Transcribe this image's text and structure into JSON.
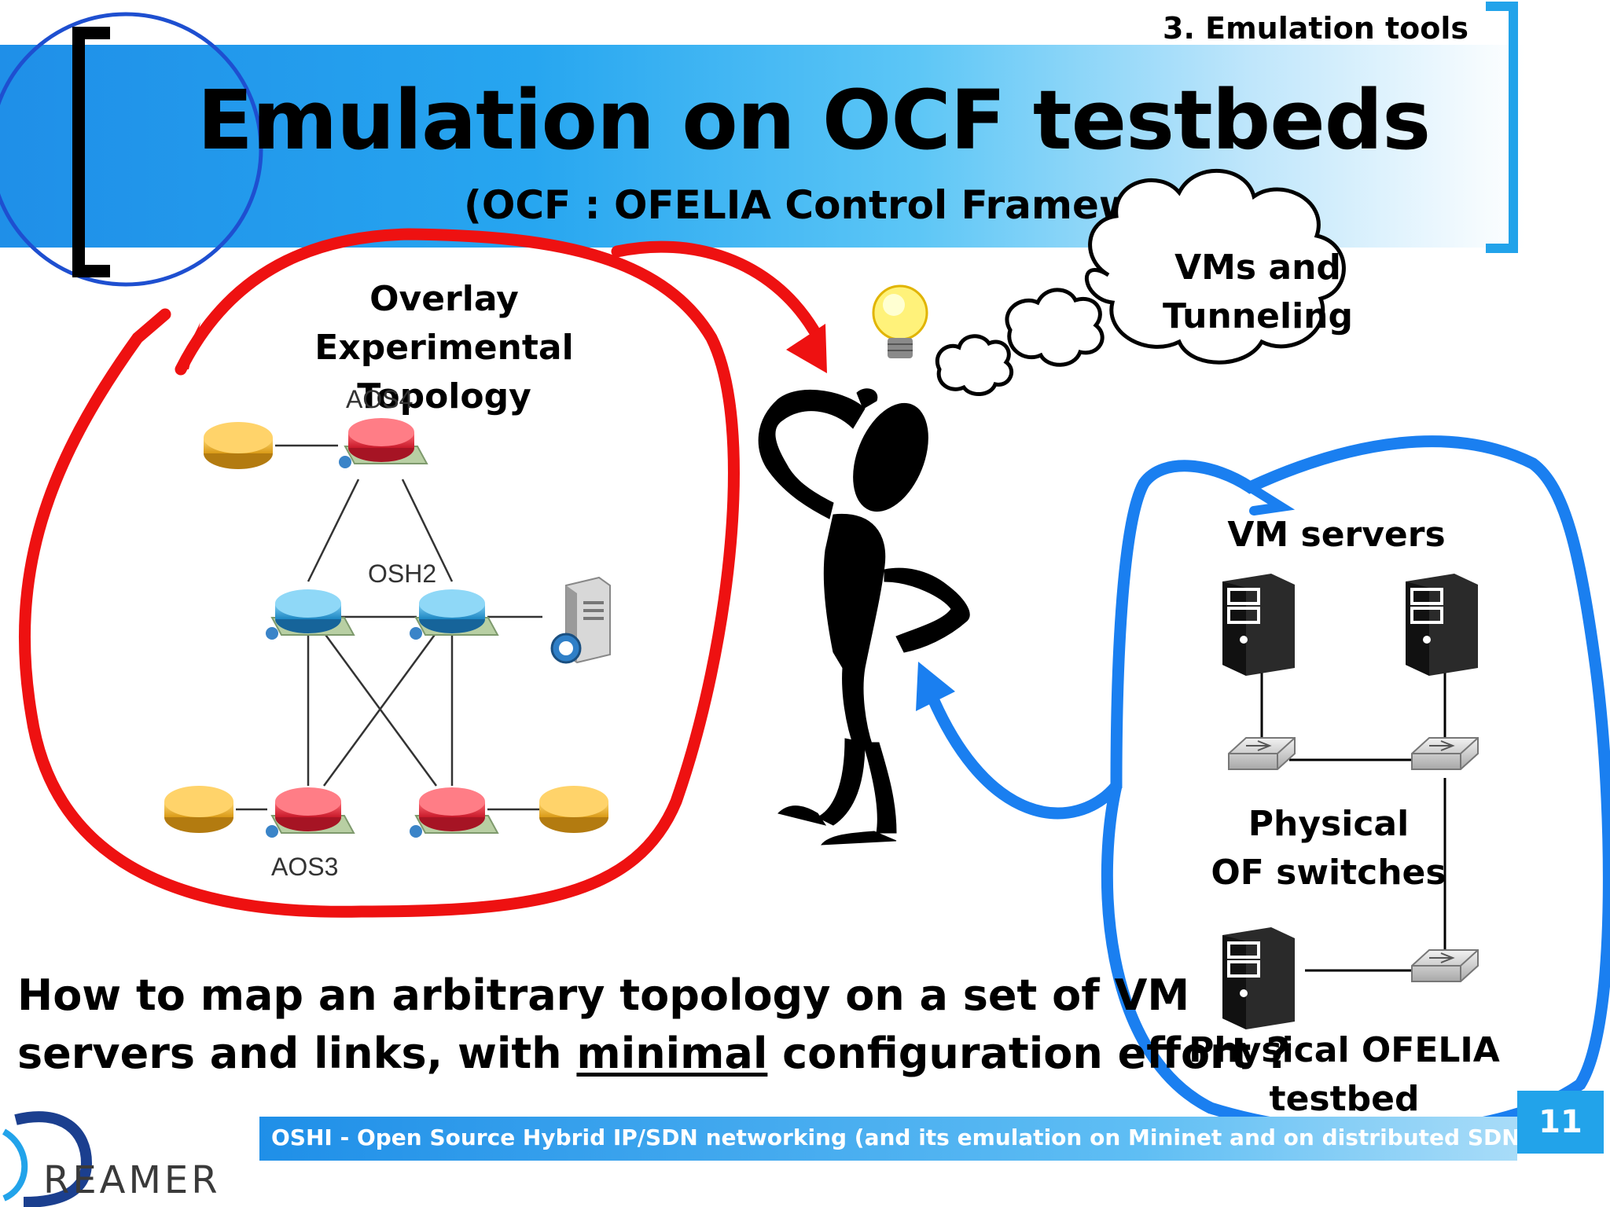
{
  "header": {
    "section_label": "3. Emulation tools",
    "title": "Emulation on OCF testbeds",
    "subtitle": "(OCF : OFELIA Control Framework)"
  },
  "thought_bubble": {
    "line1": "VMs and",
    "line2": "Tunneling"
  },
  "overlay": {
    "heading_line1": "Overlay Experimental",
    "heading_line2": "Topology",
    "node_labels": {
      "top": "AOS4",
      "middle": "OSH2",
      "bottom": "AOS3"
    }
  },
  "testbed": {
    "vm_servers_label": "VM servers",
    "switches_line1": "Physical",
    "switches_line2": "OF switches",
    "testbed_line1": "Physical OFELIA",
    "testbed_line2": "testbed"
  },
  "question": {
    "line1": "How to map an arbitrary topology on a set of VM",
    "line2_start": "servers and links, with ",
    "line2_emphasis": "minimal",
    "line2_end": " configuration effort ?"
  },
  "footer": {
    "text": "OSHI - Open Source Hybrid IP/SDN networking (and its emulation on Mininet and on distributed SDN testbeds)",
    "page_number": "11",
    "logo_text": "REAMER"
  },
  "colors": {
    "overlay_circle": "#ee1111",
    "testbed_circle": "#1a7ff0",
    "banner_start": "#1f8fe8",
    "router_red": "#e8394a",
    "router_blue": "#3aa3d8",
    "router_yellow": "#e9b53a"
  },
  "icons": [
    "lightbulb-icon",
    "thinking-person-icon",
    "server-icon",
    "switch-icon",
    "router-icon"
  ]
}
